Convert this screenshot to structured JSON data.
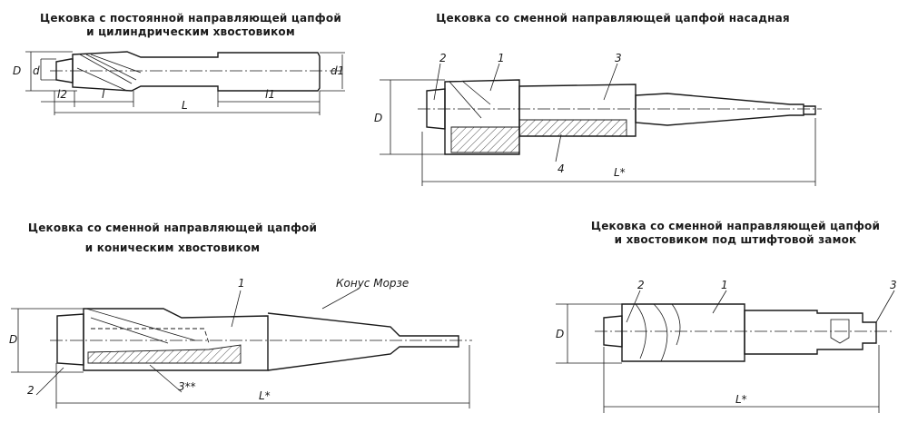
{
  "figures": [
    {
      "title_line1": "Цековка с постоянной направляющей цапфой",
      "title_line2": "и цилиндрическим хвостовиком",
      "labels": {
        "D": "D",
        "d": "d",
        "l2": "l2",
        "l": "l",
        "L": "L",
        "l1": "l1",
        "d1": "d1"
      }
    },
    {
      "title_line1": "Цековка со сменной направляющей цапфой насадная",
      "labels": {
        "pos2": "2",
        "pos1": "1",
        "pos3": "3",
        "pos4": "4",
        "D": "D",
        "L": "L*"
      }
    },
    {
      "title_line1": "Цековка со сменной направляющей цапфой",
      "title_line2": "и коническим хвостовиком",
      "labels": {
        "pos1": "1",
        "morse": "Конус Морзе",
        "D": "D",
        "pos2": "2",
        "pos3": "3**",
        "L": "L*"
      }
    },
    {
      "title_line1": "Цековка со сменной направляющей цапфой",
      "title_line2": "и хвостовиком под штифтовой замок",
      "labels": {
        "pos2": "2",
        "pos1": "1",
        "pos3": "3",
        "D": "D",
        "L": "L*"
      }
    }
  ]
}
